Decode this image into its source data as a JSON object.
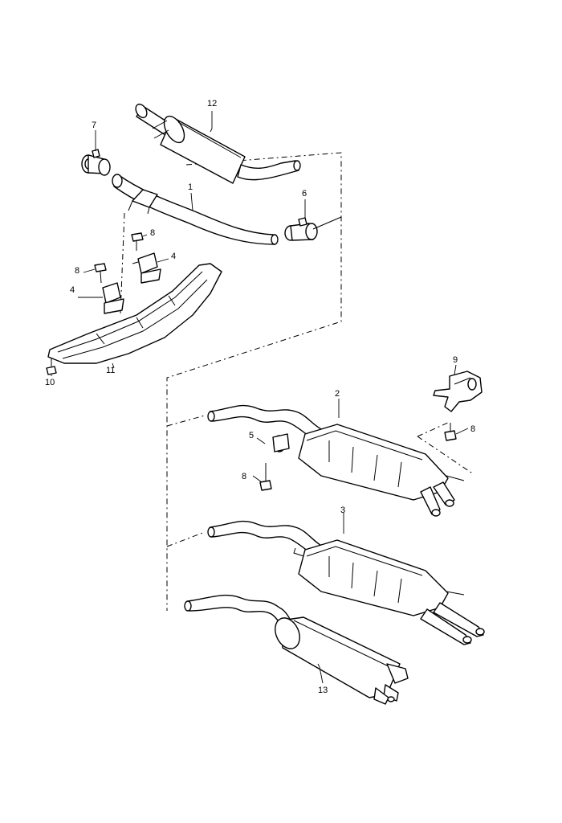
{
  "diagram": {
    "callouts": {
      "c1": "1",
      "c2": "2",
      "c3": "3",
      "c4a": "4",
      "c4b": "4",
      "c5": "5",
      "c6": "6",
      "c7": "7",
      "c8a": "8",
      "c8b": "8",
      "c8c": "8",
      "c8d": "8",
      "c9": "9",
      "c10": "10",
      "c11": "11",
      "c12": "12",
      "c13": "13"
    },
    "colors": {
      "line": "#000000",
      "background": "#ffffff"
    }
  }
}
